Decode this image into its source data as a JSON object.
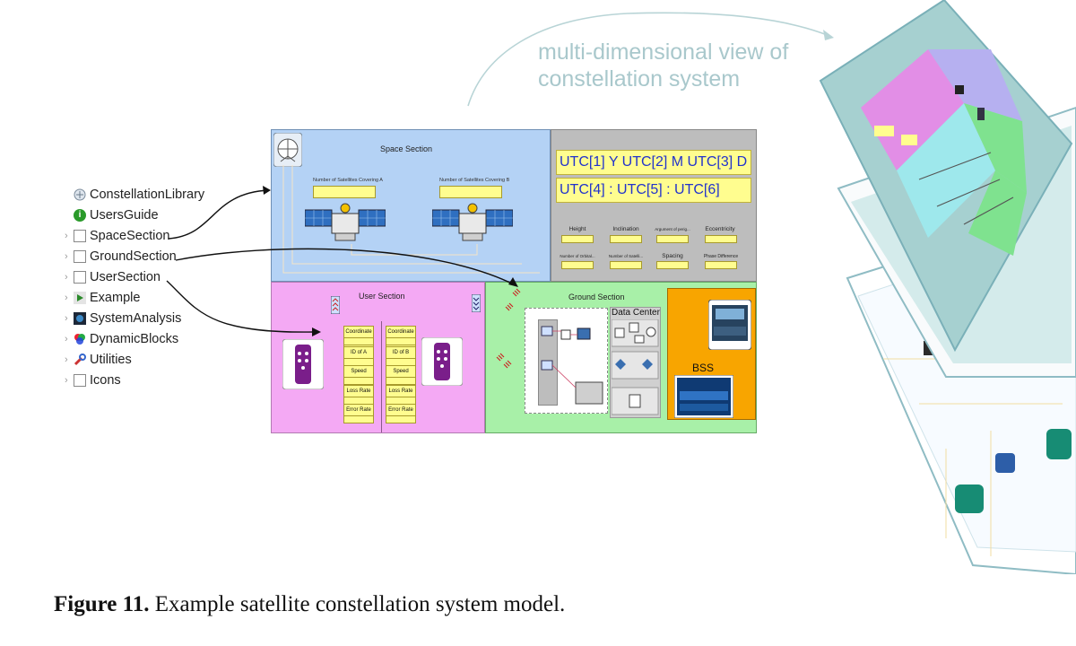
{
  "tree": {
    "items": [
      {
        "label": "ConstellationLibrary",
        "icon": "library-icon",
        "chevron": false
      },
      {
        "label": "UsersGuide",
        "icon": "info-icon",
        "chevron": false
      },
      {
        "label": "SpaceSection",
        "icon": "package-icon",
        "chevron": true
      },
      {
        "label": "GroundSection",
        "icon": "package-icon",
        "chevron": true
      },
      {
        "label": "UserSection",
        "icon": "package-icon",
        "chevron": true
      },
      {
        "label": "Example",
        "icon": "play-icon",
        "chevron": true
      },
      {
        "label": "SystemAnalysis",
        "icon": "system-analysis-icon",
        "chevron": true
      },
      {
        "label": "DynamicBlocks",
        "icon": "dynamic-blocks-icon",
        "chevron": true
      },
      {
        "label": "Utilities",
        "icon": "utilities-icon",
        "chevron": true
      },
      {
        "label": "Icons",
        "icon": "package-icon",
        "chevron": true
      }
    ]
  },
  "annotation": {
    "line1": "multi-dimensional view of",
    "line2": "constellation system"
  },
  "space_section": {
    "title": "Space Section",
    "covering_a": "Number of Satellites Covering A",
    "covering_b": "Number of Satellites Covering B"
  },
  "utc": {
    "line1": "UTC[1] Y UTC[2] M UTC[3] D",
    "line2": "UTC[4] : UTC[5] : UTC[6]"
  },
  "orbit_params": {
    "row1": [
      "Height",
      "Inclination",
      "Argument of perig...",
      "Eccentricity"
    ],
    "row2": [
      "Number of Orbital...",
      "Number of Satelli...",
      "Spacing",
      "Phase Difference"
    ]
  },
  "user_section": {
    "title": "User Section",
    "col_a": [
      "Coordinate A",
      "ID of A",
      "Speed",
      "Loss Rate",
      "Error Rate"
    ],
    "col_b": [
      "Coordinate B",
      "ID of B",
      "Speed",
      "Loss Rate",
      "Error Rate"
    ]
  },
  "ground_section": {
    "title": "Ground Section",
    "data_center": "Data Center",
    "bss": "BSS"
  },
  "caption": {
    "label": "Figure 11.",
    "text": "Example satellite constellation system model."
  },
  "colors": {
    "space": "#b4d2f5",
    "user": "#f4a9f4",
    "ground": "#a8f0a8",
    "utc_panel": "#bdbdbd",
    "field": "#fffd8f",
    "bss": "#f8a500",
    "utc_text": "#2233cc",
    "annotation": "#a9c8cc"
  }
}
